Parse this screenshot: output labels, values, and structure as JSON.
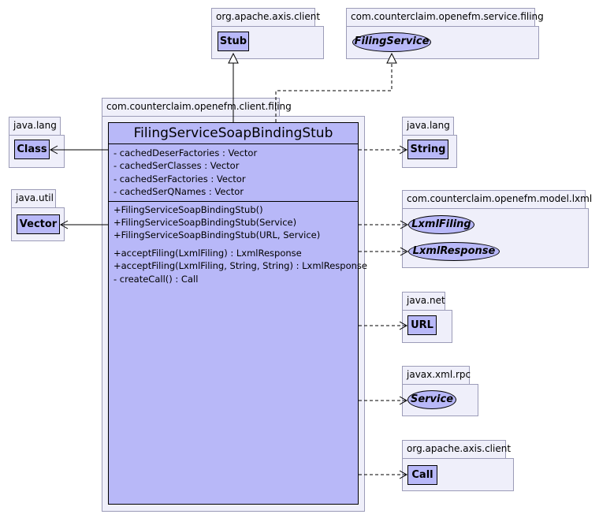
{
  "packages": {
    "axis_client_top": "org.apache.axis.client",
    "service_filing": "com.counterclaim.openefm.service.filing",
    "client_filing": "com.counterclaim.openefm.client.filing",
    "java_lang_left": "java.lang",
    "java_util": "java.util",
    "java_lang_right": "java.lang",
    "model_lxml": "com.counterclaim.openefm.model.lxml",
    "java_net": "java.net",
    "javax_xml_rpc": "javax.xml.rpc",
    "axis_client_bottom": "org.apache.axis.client"
  },
  "classes": {
    "stub": "Stub",
    "filing_service": "FilingService",
    "class": "Class",
    "vector": "Vector",
    "string": "String",
    "lxml_filing": "LxmlFiling",
    "lxml_response": "LxmlResponse",
    "url": "URL",
    "service": "Service",
    "call": "Call"
  },
  "main": {
    "title": "FilingServiceSoapBindingStub",
    "attributes": [
      "- cachedDeserFactories : Vector",
      "- cachedSerClasses : Vector",
      "- cachedSerFactories : Vector",
      "- cachedSerQNames : Vector"
    ],
    "constructors": [
      "+FilingServiceSoapBindingStub()",
      "+FilingServiceSoapBindingStub(Service)",
      "+FilingServiceSoapBindingStub(URL, Service)"
    ],
    "methods": [
      "+acceptFiling(LxmlFiling) : LxmlResponse",
      "+acceptFiling(LxmlFiling, String, String) : LxmlResponse",
      "- createCall() : Call"
    ]
  }
}
